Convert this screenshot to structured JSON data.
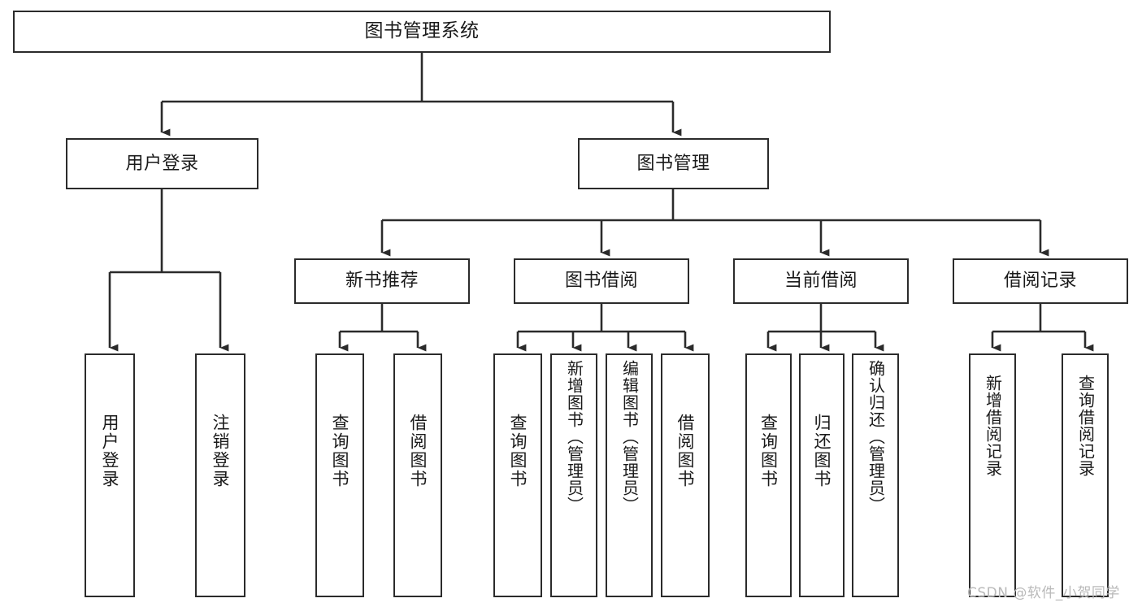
{
  "diagram": {
    "type": "tree-hierarchy",
    "title": "图书管理系统",
    "watermark": "CSDN @软件_小贺同学",
    "colors": {
      "stroke": "#2b2b2b",
      "fill": "#ffffff",
      "text": "#1a1a1a",
      "watermark": "#b9b9b9"
    },
    "nodes": {
      "root": {
        "label": "图书管理系统"
      },
      "level1": [
        {
          "id": "user-login",
          "label": "用户登录"
        },
        {
          "id": "book-manage",
          "label": "图书管理"
        }
      ],
      "level2": [
        {
          "id": "new-book-rec",
          "label": "新书推荐"
        },
        {
          "id": "book-borrow",
          "label": "图书借阅"
        },
        {
          "id": "current-borrow",
          "label": "当前借阅"
        },
        {
          "id": "borrow-record",
          "label": "借阅记录"
        }
      ],
      "leaves": {
        "user_login": [
          {
            "id": "leaf-user-login",
            "label": "用户登录"
          },
          {
            "id": "leaf-logout-login",
            "label": "注销登录"
          }
        ],
        "new_book_rec": [
          {
            "id": "leaf-query-book-1",
            "label": "查询图书"
          },
          {
            "id": "leaf-borrow-book-1",
            "label": "借阅图书"
          }
        ],
        "book_borrow": [
          {
            "id": "leaf-query-book-2",
            "label": "查询图书"
          },
          {
            "id": "leaf-add-book",
            "label": "新增图书（管理员）"
          },
          {
            "id": "leaf-edit-book",
            "label": "编辑图书（管理员）"
          },
          {
            "id": "leaf-borrow-book-2",
            "label": "借阅图书"
          }
        ],
        "current_borrow": [
          {
            "id": "leaf-query-book-3",
            "label": "查询图书"
          },
          {
            "id": "leaf-return-book",
            "label": "归还图书"
          },
          {
            "id": "leaf-confirm-return",
            "label": "确认归还（管理员）"
          }
        ],
        "borrow_record": [
          {
            "id": "leaf-add-record",
            "label": "新增借阅记录"
          },
          {
            "id": "leaf-query-record",
            "label": "查询借阅记录"
          }
        ]
      }
    }
  }
}
